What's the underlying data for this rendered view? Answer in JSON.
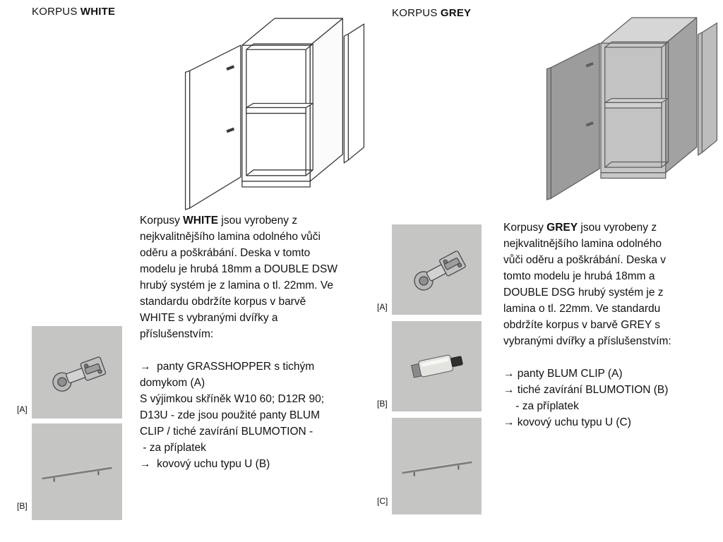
{
  "colors": {
    "image_placeholder_bg": "#c5c6c4"
  },
  "sections": [
    {
      "id": "white",
      "title": {
        "regular": "KORPUS ",
        "bold": "WHITE"
      },
      "intro": {
        "lead": "Korpusy ",
        "bold": "WHITE",
        "rest": " jsou vyrobeny z\nnejkvalitnějšího lamina odolného vůči\noděru a poškrábání. Deska v tomto\nmodelu je hrubá 18mm a DOUBLE DSW\nhrubý systém je z lamina o tl. 22mm. Ve\nstandardu obdržíte korpus v barvě\nWHITE s vybranými dvířky a\npříslušenstvím:"
      },
      "list": [
        "→  panty GRASSHOPPER s tichým\ndomykom (A)",
        "S výjimkou skříněk W10 60; D12R 90;\nD13U - zde jsou použité panty BLUM\nCLIP / tiché zavírání BLUMOTION -\n - za příplatek",
        "→  kovový uchu typu U (B)"
      ],
      "figure_labels": [
        "[A]",
        "[B]"
      ]
    },
    {
      "id": "grey",
      "title": {
        "regular": "KORPUS ",
        "bold": "GREY"
      },
      "intro": {
        "lead": "Korpusy ",
        "bold": "GREY",
        "rest": " jsou vyrobeny z\nnejkvalitnějšího lamina odolného\nvůči oděru a poškrábání. Deska v\ntomto modelu je hrubá 18mm a\nDOUBLE DSG hrubý systém je z\nlamina o tl. 22mm. Ve standardu\nobdržíte korpus v barvě GREY s\nvybranými dvířky a příslušenstvím:"
      },
      "list": [
        "→ panty BLUM CLIP (A)",
        "→ tiché zavírání BLUMOTION (B)\n    - za příplatek",
        "→ kovový uchu typu U (C)"
      ],
      "figure_labels": [
        "[A]",
        "[B]",
        "[C]"
      ]
    }
  ]
}
